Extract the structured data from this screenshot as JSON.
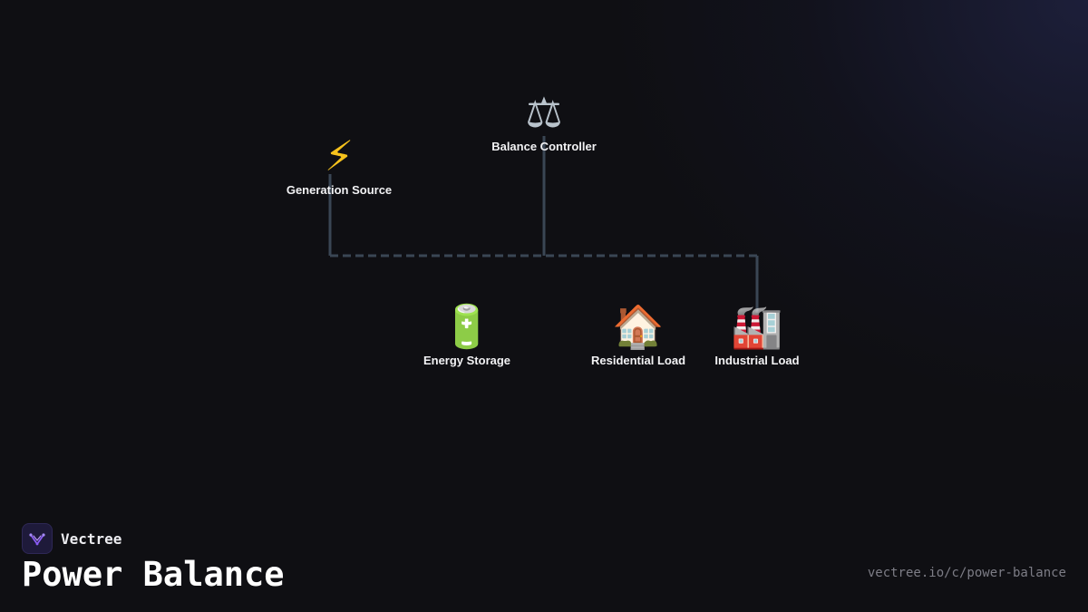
{
  "brand": {
    "name": "Vectree",
    "logo_icon": "vectree-logo-icon"
  },
  "title": "Power Balance",
  "url": "vectree.io/c/power-balance",
  "colors": {
    "background": "#0f0f13",
    "connector": "#3a4654",
    "label": "#f2f2f4",
    "accent": "#8b5cf6"
  },
  "diagram": {
    "nodes": [
      {
        "id": "generation-source",
        "label": "Generation Source",
        "icon": "lightning-icon",
        "glyph": "⚡"
      },
      {
        "id": "balance-controller",
        "label": "Balance Controller",
        "icon": "scales-icon",
        "glyph": "⚖"
      },
      {
        "id": "energy-storage",
        "label": "Energy Storage",
        "icon": "battery-icon",
        "glyph": "🔋"
      },
      {
        "id": "residential-load",
        "label": "Residential Load",
        "icon": "house-icon",
        "glyph": "🏠"
      },
      {
        "id": "industrial-load",
        "label": "Industrial Load",
        "icon": "factory-icon",
        "glyph": "🏭"
      }
    ],
    "connections": [
      {
        "from": "generation-source",
        "to": "bus",
        "style": "solid"
      },
      {
        "from": "balance-controller",
        "to": "bus",
        "style": "solid"
      },
      {
        "from": "bus",
        "to": "industrial-load",
        "style": "solid"
      },
      {
        "from": "generation-source",
        "to": "industrial-load",
        "style": "dashed",
        "label": ""
      }
    ]
  }
}
